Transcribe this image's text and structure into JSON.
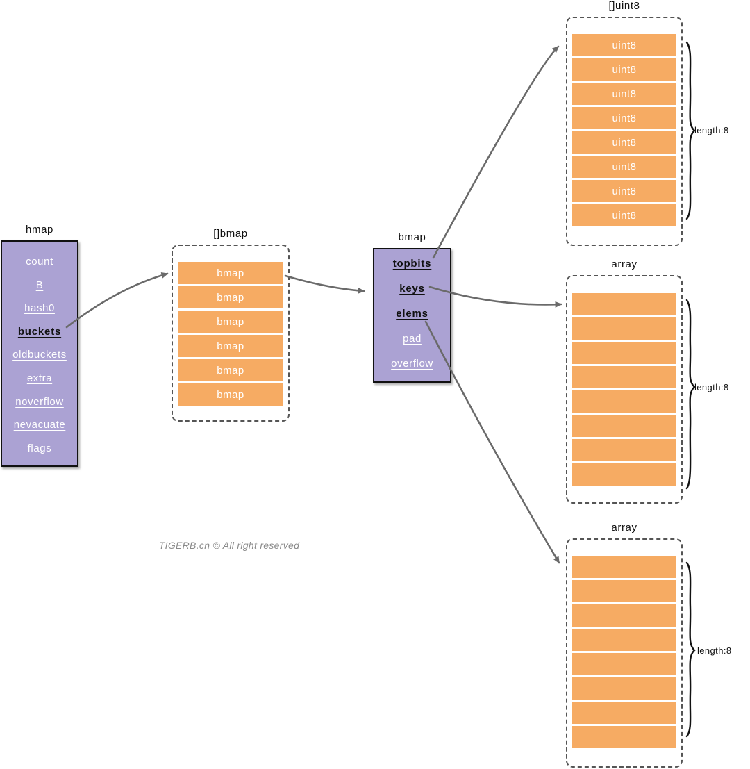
{
  "watermark": "TIGERB.cn © All right reserved",
  "colors": {
    "struct_fill": "#aba2d3",
    "cell_fill": "#f6ab63",
    "arrow": "#6a6a6a",
    "dashed_border": "#555555"
  },
  "hmap": {
    "title": "hmap",
    "fields": [
      "count",
      "B",
      "hash0",
      "buckets",
      "oldbuckets",
      "extra",
      "noverflow",
      "nevacuate",
      "flags"
    ]
  },
  "bmap_slice": {
    "title": "[]bmap",
    "rows": [
      "bmap",
      "bmap",
      "bmap",
      "bmap",
      "bmap",
      "bmap"
    ]
  },
  "bmap_struct": {
    "title": "bmap",
    "fields": [
      "topbits",
      "keys",
      "elems",
      "pad",
      "overflow"
    ]
  },
  "uint8_slice": {
    "title": "[]uint8",
    "rows": [
      "uint8",
      "uint8",
      "uint8",
      "uint8",
      "uint8",
      "uint8",
      "uint8",
      "uint8"
    ],
    "length_label": "length:8"
  },
  "keys_array": {
    "title": "array",
    "rows": [
      "",
      "",
      "",
      "",
      "",
      "",
      "",
      ""
    ],
    "length_label": "length:8"
  },
  "elems_array": {
    "title": "array",
    "rows": [
      "",
      "",
      "",
      "",
      "",
      "",
      "",
      ""
    ],
    "length_label": "length:8"
  }
}
